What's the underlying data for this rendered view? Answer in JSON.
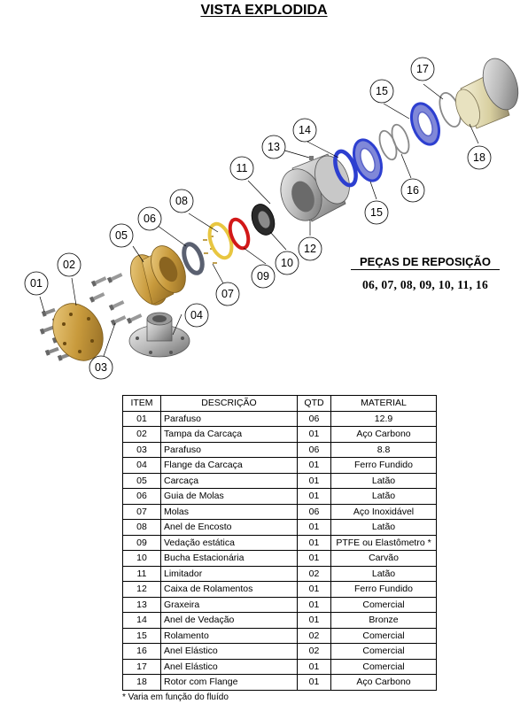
{
  "title": "VISTA EXPLODIDA",
  "callouts": [
    "01",
    "02",
    "03",
    "04",
    "05",
    "06",
    "07",
    "08",
    "09",
    "10",
    "11",
    "12",
    "13",
    "14",
    "15",
    "15",
    "16",
    "17",
    "18"
  ],
  "spares": {
    "title": "PEÇAS DE REPOSIÇÃO",
    "list": "06, 07, 08, 09, 10, 11, 16"
  },
  "table": {
    "headers": [
      "ITEM",
      "DESCRIÇÃO",
      "QTD",
      "MATERIAL"
    ],
    "rows": [
      [
        "01",
        "Parafuso",
        "06",
        "12.9"
      ],
      [
        "02",
        "Tampa da Carcaça",
        "01",
        "Aço Carbono"
      ],
      [
        "03",
        "Parafuso",
        "06",
        "8.8"
      ],
      [
        "04",
        "Flange da Carcaça",
        "01",
        "Ferro Fundido"
      ],
      [
        "05",
        "Carcaça",
        "01",
        "Latão"
      ],
      [
        "06",
        "Guia de Molas",
        "01",
        "Latão"
      ],
      [
        "07",
        "Molas",
        "06",
        "Aço Inoxidável"
      ],
      [
        "08",
        "Anel de Encosto",
        "01",
        "Latão"
      ],
      [
        "09",
        "Vedação estática",
        "01",
        "PTFE ou Elastômetro *"
      ],
      [
        "10",
        "Bucha Estacionária",
        "01",
        "Carvão"
      ],
      [
        "11",
        "Limitador",
        "02",
        "Latão"
      ],
      [
        "12",
        "Caixa de Rolamentos",
        "01",
        "Ferro Fundido"
      ],
      [
        "13",
        "Graxeira",
        "01",
        "Comercial"
      ],
      [
        "14",
        "Anel de Vedação",
        "01",
        "Bronze"
      ],
      [
        "15",
        "Rolamento",
        "02",
        "Comercial"
      ],
      [
        "16",
        "Anel Elástico",
        "02",
        "Comercial"
      ],
      [
        "17",
        "Anel Elástico",
        "01",
        "Comercial"
      ],
      [
        "18",
        "Rotor com Flange",
        "01",
        "Aço Carbono"
      ]
    ]
  },
  "footnote": "* Varia em função do fluído",
  "colors": {
    "brass": "#c89a3c",
    "steel": "#b8b8b8",
    "blue_ring": "#2d3fd0",
    "red_seal": "#d21818",
    "yellow_ring": "#e8c640"
  }
}
